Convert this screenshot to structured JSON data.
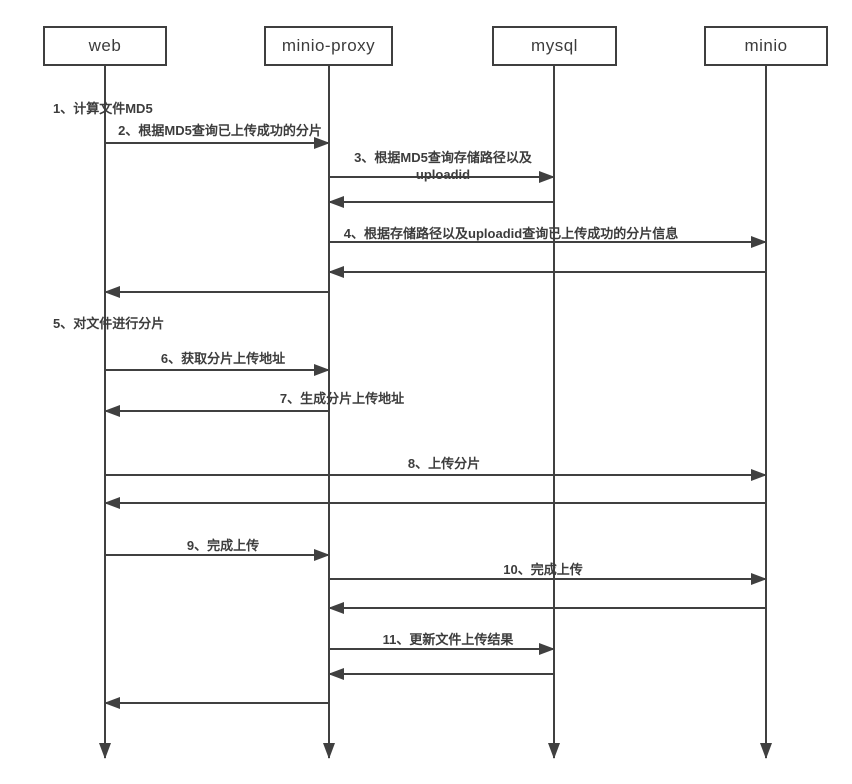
{
  "diagram": {
    "kind": "sequence-diagram",
    "participants": [
      {
        "name": "web"
      },
      {
        "name": "minio-proxy"
      },
      {
        "name": "mysql"
      },
      {
        "name": "minio"
      }
    ],
    "steps": [
      {
        "type": "note",
        "actor": "web",
        "text": "1、计算文件MD5"
      },
      {
        "type": "message",
        "from": "web",
        "to": "minio-proxy",
        "text": "2、根据MD5查询已上传成功的分片"
      },
      {
        "type": "message",
        "from": "minio-proxy",
        "to": "mysql",
        "text": "3、根据MD5查询存储路径以及",
        "text2": "uploadid"
      },
      {
        "type": "return",
        "from": "mysql",
        "to": "minio-proxy",
        "text": ""
      },
      {
        "type": "message",
        "from": "minio-proxy",
        "to": "minio",
        "text": "4、根据存储路径以及uploadid查询已上传成功的分片信息"
      },
      {
        "type": "return",
        "from": "minio",
        "to": "minio-proxy",
        "text": ""
      },
      {
        "type": "return",
        "from": "minio-proxy",
        "to": "web",
        "text": ""
      },
      {
        "type": "note",
        "actor": "web",
        "text": "5、对文件进行分片"
      },
      {
        "type": "message",
        "from": "web",
        "to": "minio-proxy",
        "text": "6、获取分片上传地址"
      },
      {
        "type": "message",
        "from": "minio-proxy",
        "to": "web",
        "text": "7、生成分片上传地址"
      },
      {
        "type": "message",
        "from": "web",
        "to": "minio",
        "text": "8、上传分片"
      },
      {
        "type": "return",
        "from": "minio",
        "to": "web",
        "text": ""
      },
      {
        "type": "message",
        "from": "web",
        "to": "minio-proxy",
        "text": "9、完成上传"
      },
      {
        "type": "message",
        "from": "minio-proxy",
        "to": "minio",
        "text": "10、完成上传"
      },
      {
        "type": "return",
        "from": "minio",
        "to": "minio-proxy",
        "text": ""
      },
      {
        "type": "message",
        "from": "minio-proxy",
        "to": "mysql",
        "text": "11、更新文件上传结果"
      },
      {
        "type": "return",
        "from": "mysql",
        "to": "minio-proxy",
        "text": ""
      },
      {
        "type": "return",
        "from": "minio-proxy",
        "to": "web",
        "text": ""
      }
    ],
    "colors": {
      "background": "#ffffff",
      "line": "#404040",
      "text": "#3c3c3c",
      "box_fill": "#ffffff",
      "box_border": "#3f3f3f"
    }
  }
}
